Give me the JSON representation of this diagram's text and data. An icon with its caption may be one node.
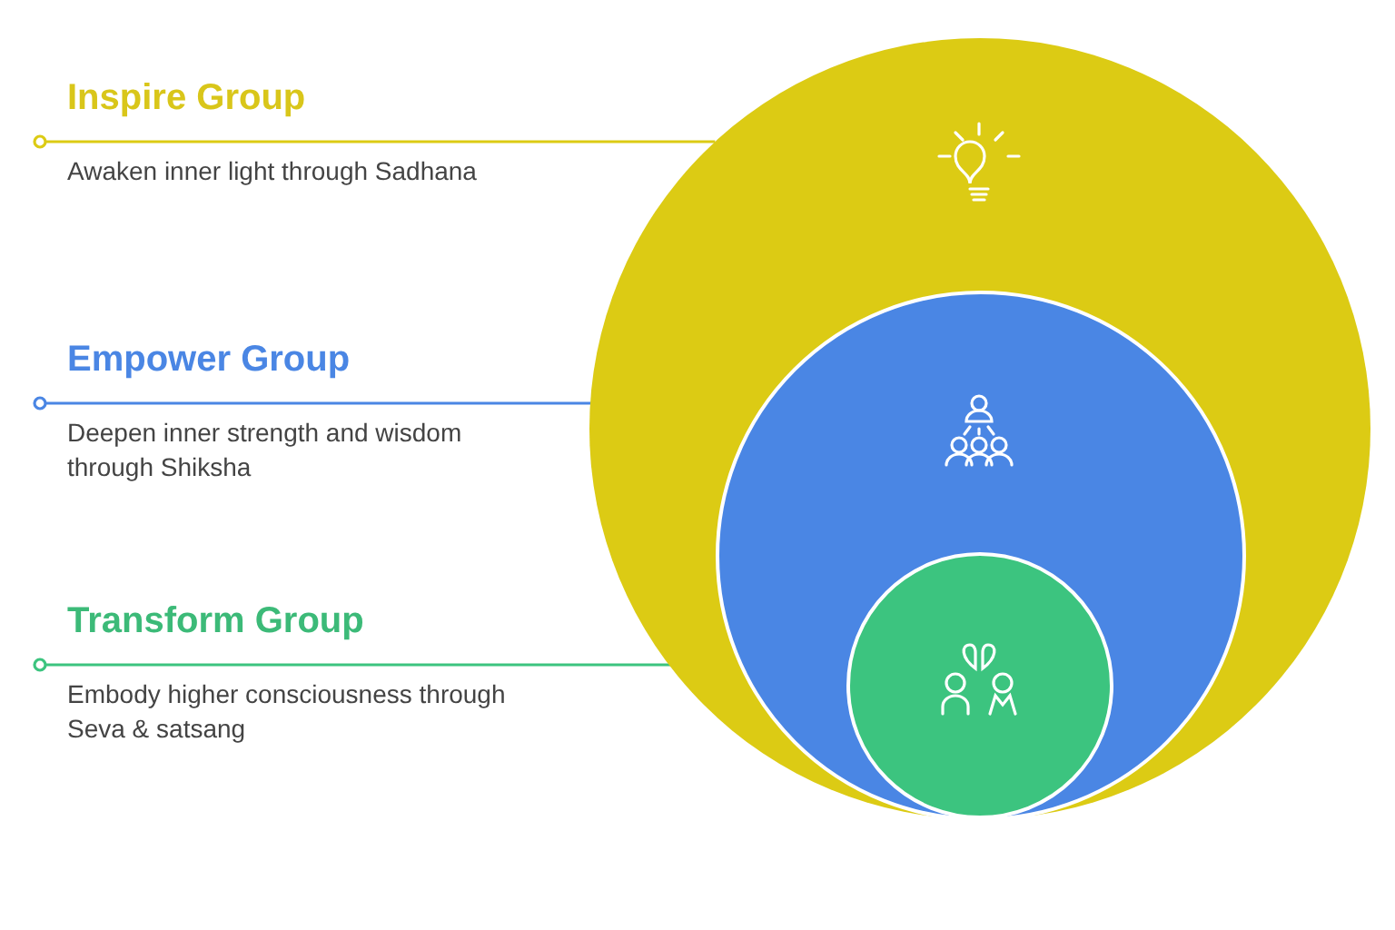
{
  "diagram": {
    "nodes": [
      {
        "text": [
          "Inspire Group",
          "Awaken inner light through Sadhana"
        ]
      },
      {
        "text": [
          "Empower Group",
          "Deepen inner strength and wisdom through Shiksha"
        ]
      },
      {
        "text": [
          "Transform Group",
          "Embody higher consciousness through Seva & satsang"
        ]
      },
      {
        "text": [],
        "shape": "circle"
      },
      {
        "text": [],
        "shape": "circle",
        "in": 3
      },
      {
        "text": [],
        "shape": "circle",
        "in": 4
      }
    ],
    "edges": [
      {
        "from": 0,
        "to": 3,
        "arrow": "other",
        "color": "#dccb14"
      },
      {
        "from": 1,
        "to": 4,
        "arrow": "other",
        "color": "#4a86e4"
      },
      {
        "from": 2,
        "to": 5,
        "arrow": "other",
        "color": "#3cc47f"
      }
    ]
  }
}
